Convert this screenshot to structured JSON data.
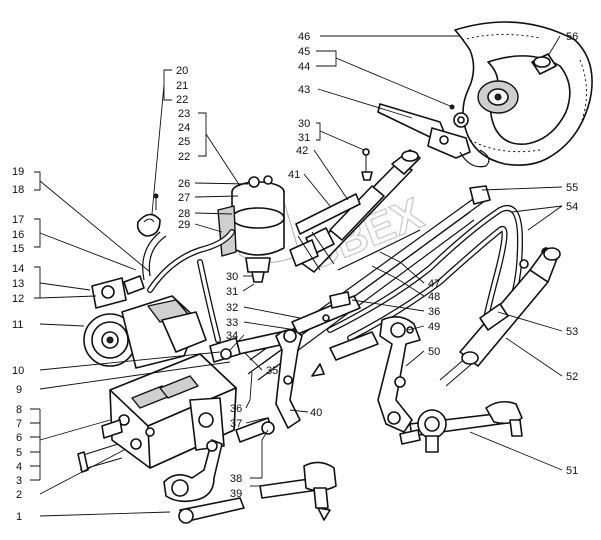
{
  "callouts": {
    "n1": "1",
    "n2": "2",
    "n3": "3",
    "n4": "4",
    "n5": "5",
    "n6": "6",
    "n7": "7",
    "n8": "8",
    "n9": "9",
    "n10": "10",
    "n11": "11",
    "n12": "12",
    "n13": "13",
    "n14": "14",
    "n15": "15",
    "n16": "16",
    "n17": "17",
    "n18": "18",
    "n19": "19",
    "n20": "20",
    "n21": "21",
    "n22": "22",
    "n23": "23",
    "n24": "24",
    "n25": "25",
    "n22b": "22",
    "n26": "26",
    "n27": "27",
    "n28": "28",
    "n29": "29",
    "n30": "30",
    "n31": "31",
    "n30b": "30",
    "n31b": "31",
    "n32": "32",
    "n33": "33",
    "n34": "34",
    "n35": "35",
    "n36": "36",
    "n37": "37",
    "n38": "38",
    "n39": "39",
    "n40": "40",
    "n41": "41",
    "n42": "42",
    "n43": "43",
    "n44": "44",
    "n45": "45",
    "n46": "46",
    "n36b": "36",
    "n47": "47",
    "n48": "48",
    "n49": "49",
    "n50": "50",
    "n51": "51",
    "n52": "52",
    "n53": "53",
    "n54": "54",
    "n55": "55",
    "n56": "56"
  },
  "watermark": {
    "text": "GBEX"
  }
}
